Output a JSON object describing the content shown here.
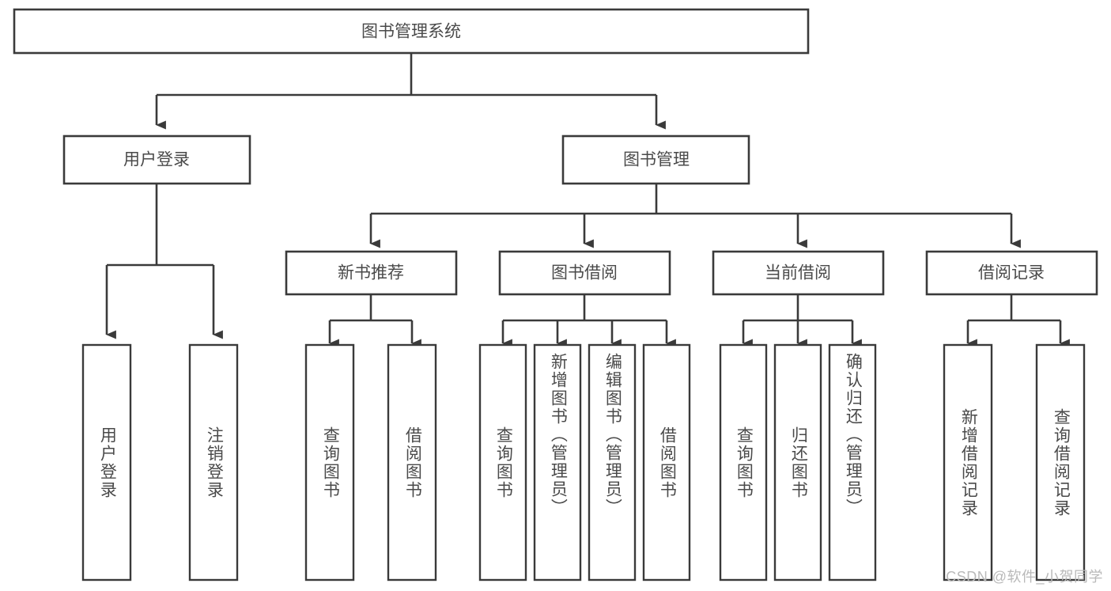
{
  "diagram": {
    "title": "图书管理系统",
    "type": "hierarchy-tree",
    "watermark": "CSDN @软件_小贺同学",
    "colors": {
      "box_stroke": "#3a3a3a",
      "box_fill": "#ffffff",
      "text": "#4a4a4a",
      "watermark": "#b9b9b9",
      "background": "#ffffff"
    },
    "root": {
      "label": "图书管理系统",
      "children": [
        {
          "label": "用户登录",
          "children": [
            {
              "label": "用户登录"
            },
            {
              "label": "注销登录"
            }
          ]
        },
        {
          "label": "图书管理",
          "children": [
            {
              "label": "新书推荐",
              "children": [
                {
                  "label": "查询图书"
                },
                {
                  "label": "借阅图书"
                }
              ]
            },
            {
              "label": "图书借阅",
              "children": [
                {
                  "label": "查询图书"
                },
                {
                  "label": "新增图书（管理员）"
                },
                {
                  "label": "编辑图书（管理员）"
                },
                {
                  "label": "借阅图书"
                }
              ]
            },
            {
              "label": "当前借阅",
              "children": [
                {
                  "label": "查询图书"
                },
                {
                  "label": "归还图书"
                },
                {
                  "label": "确认归还（管理员）"
                }
              ]
            },
            {
              "label": "借阅记录",
              "children": [
                {
                  "label": "新增借阅记录"
                },
                {
                  "label": "查询借阅记录"
                }
              ]
            }
          ]
        }
      ]
    },
    "nodes": {
      "root": {
        "label": "图书管理系统"
      },
      "level1": [
        {
          "label": "用户登录"
        },
        {
          "label": "图书管理"
        }
      ],
      "level2": [
        {
          "label": "新书推荐"
        },
        {
          "label": "图书借阅"
        },
        {
          "label": "当前借阅"
        },
        {
          "label": "借阅记录"
        }
      ],
      "leaves": {
        "user_login": [
          {
            "label": "用户登录"
          },
          {
            "label": "注销登录"
          }
        ],
        "new_book_recommend": [
          {
            "label": "查询图书"
          },
          {
            "label": "借阅图书"
          }
        ],
        "book_borrow": [
          {
            "label": "查询图书"
          },
          {
            "label": "新增图书（管理员）"
          },
          {
            "label": "编辑图书（管理员）"
          },
          {
            "label": "借阅图书"
          }
        ],
        "current_borrow": [
          {
            "label": "查询图书"
          },
          {
            "label": "归还图书"
          },
          {
            "label": "确认归还（管理员）"
          }
        ],
        "borrow_record": [
          {
            "label": "新增借阅记录"
          },
          {
            "label": "查询借阅记录"
          }
        ]
      }
    }
  }
}
